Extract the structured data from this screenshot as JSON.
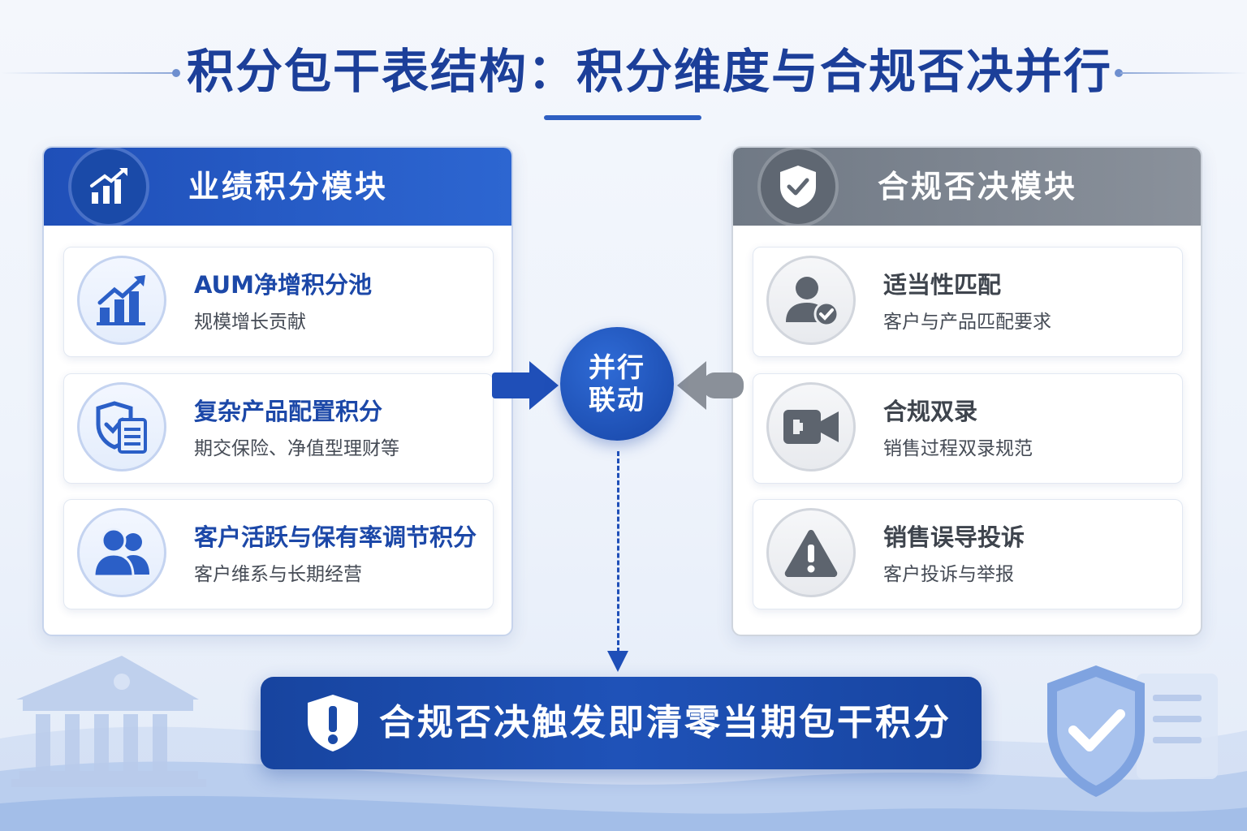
{
  "title": "积分包干表结构：积分维度与合规否决并行",
  "left_module": {
    "header": "业绩积分模块",
    "header_icon": "bar-chart-up-icon",
    "items": [
      {
        "title": "AUM净增积分池",
        "desc": "规模增长贡献",
        "icon": "growth-chart-icon"
      },
      {
        "title": "复杂产品配置积分",
        "desc": "期交保险、净值型理财等",
        "icon": "shield-document-icon"
      },
      {
        "title": "客户活跃与保有率调节积分",
        "desc": "客户维系与长期经营",
        "icon": "users-icon"
      }
    ]
  },
  "right_module": {
    "header": "合规否决模块",
    "header_icon": "shield-check-icon",
    "items": [
      {
        "title": "适当性匹配",
        "desc": "客户与产品匹配要求",
        "icon": "user-check-icon"
      },
      {
        "title": "合规双录",
        "desc": "销售过程双录规范",
        "icon": "video-camera-icon"
      },
      {
        "title": "销售误导投诉",
        "desc": "客户投诉与举报",
        "icon": "warning-icon"
      }
    ]
  },
  "center": {
    "line1": "并行",
    "line2": "联动"
  },
  "banner": {
    "text": "合规否决触发即清零当期包干积分",
    "icon": "shield-exclamation-icon"
  },
  "colors": {
    "primary": "#1f4fb8",
    "gray": "#707985",
    "title": "#1c3f99"
  }
}
